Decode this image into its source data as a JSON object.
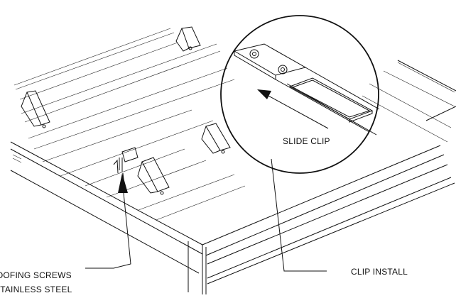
{
  "callouts": {
    "slide_clip": "SLIDE CLIP",
    "clip_install": "CLIP INSTALL",
    "roofing_screws": "ROOFING SCREWS",
    "stainless_steel": "STAINLESS STEEL"
  },
  "colors": {
    "line": "#111111",
    "background": "#ffffff"
  }
}
